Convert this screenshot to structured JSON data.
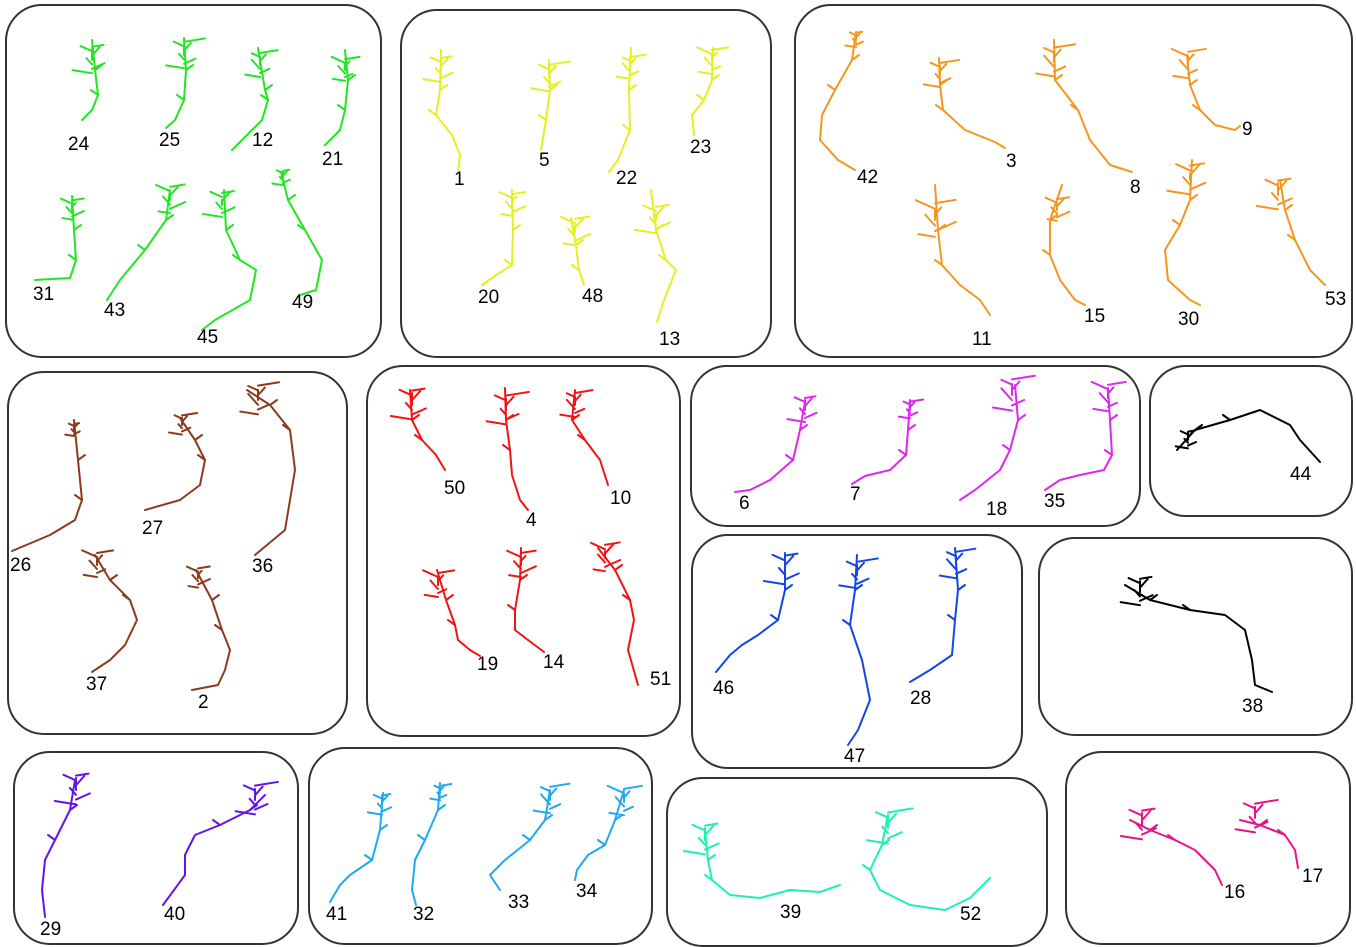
{
  "panels": [
    {
      "id": "green",
      "color": "#22e622",
      "labels": [
        "24",
        "25",
        "12",
        "21",
        "31",
        "43",
        "45",
        "49"
      ]
    },
    {
      "id": "yellow",
      "color": "#e6f01e",
      "labels": [
        "1",
        "5",
        "22",
        "23",
        "20",
        "48",
        "13"
      ]
    },
    {
      "id": "orange",
      "color": "#f5961e",
      "labels": [
        "42",
        "3",
        "8",
        "9",
        "11",
        "15",
        "30",
        "53"
      ]
    },
    {
      "id": "brown",
      "color": "#8c3c1e",
      "labels": [
        "26",
        "27",
        "36",
        "37",
        "2"
      ]
    },
    {
      "id": "red",
      "color": "#f01414",
      "labels": [
        "50",
        "4",
        "10",
        "19",
        "14",
        "51"
      ]
    },
    {
      "id": "magenta",
      "color": "#dc28f0",
      "labels": [
        "6",
        "7",
        "18",
        "35"
      ]
    },
    {
      "id": "black-a",
      "color": "#000000",
      "labels": [
        "44"
      ]
    },
    {
      "id": "blue",
      "color": "#1446e6",
      "labels": [
        "46",
        "47",
        "28"
      ]
    },
    {
      "id": "black-b",
      "color": "#000000",
      "labels": [
        "38"
      ]
    },
    {
      "id": "violet",
      "color": "#6414e6",
      "labels": [
        "29",
        "40"
      ]
    },
    {
      "id": "sky",
      "color": "#1eaaf0",
      "labels": [
        "41",
        "32",
        "33",
        "34"
      ]
    },
    {
      "id": "teal",
      "color": "#1ef0b4",
      "labels": [
        "39",
        "52"
      ]
    },
    {
      "id": "pink",
      "color": "#e6148c",
      "labels": [
        "16",
        "17"
      ]
    }
  ]
}
